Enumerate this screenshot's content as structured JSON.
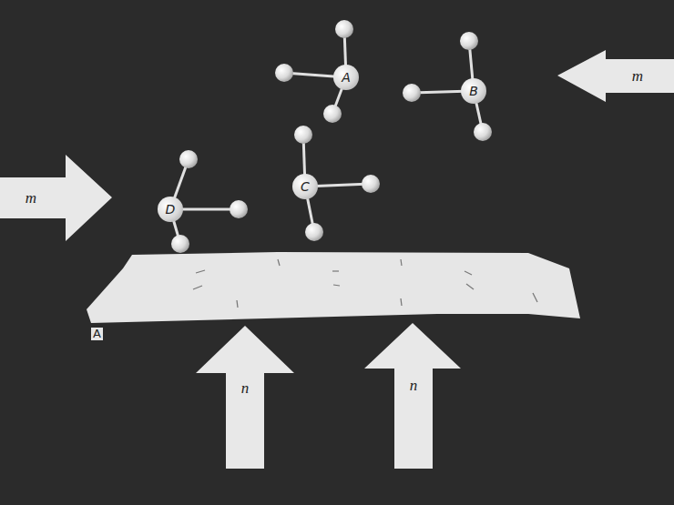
{
  "diagram": {
    "nodes": [
      {
        "text": [
          "A"
        ]
      },
      {
        "text": [
          "B"
        ]
      },
      {
        "text": [
          "m"
        ]
      },
      {
        "text": [
          "C"
        ]
      },
      {
        "text": [
          "m"
        ]
      },
      {
        "text": [
          "D"
        ]
      },
      {
        "text": [
          "n"
        ]
      },
      {
        "text": [
          "n"
        ]
      }
    ],
    "labels": [
      "A"
    ]
  }
}
